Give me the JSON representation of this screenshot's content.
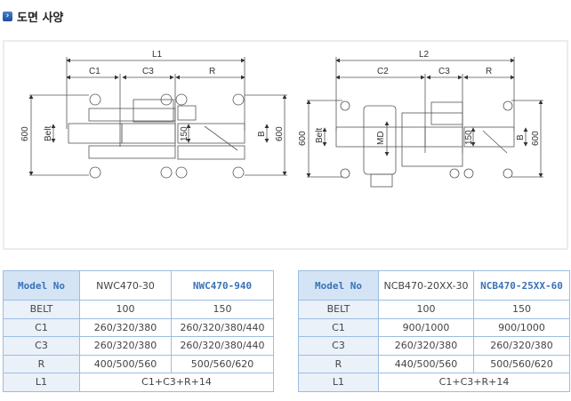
{
  "page": {
    "title": "도면 사양",
    "title_icon": "chevron-right-icon"
  },
  "figure": {
    "left_drawing": {
      "dims": {
        "total": "L1",
        "c1": "C1",
        "c3": "C3",
        "r": "R",
        "height_left": "600",
        "height_right": "600",
        "belt": "Belt",
        "inner": "150",
        "b": "B"
      }
    },
    "right_drawing": {
      "dims": {
        "total": "L2",
        "c2": "C2",
        "c3": "C3",
        "r": "R",
        "height_left": "600",
        "height_right": "600",
        "belt": "Belt",
        "md": "MD",
        "inner": "150",
        "b": "B"
      }
    }
  },
  "table1": {
    "header": {
      "label": "Model No",
      "model_a": "NWC470-30",
      "model_b": "NWC470-940"
    },
    "rows": [
      {
        "label": "BELT",
        "a": "100",
        "b": "150"
      },
      {
        "label": "C1",
        "a": "260/320/380",
        "b": "260/320/380/440"
      },
      {
        "label": "C3",
        "a": "260/320/380",
        "b": "260/320/380/440"
      },
      {
        "label": "R",
        "a": "400/500/560",
        "b": "500/560/620"
      }
    ],
    "footer": {
      "label": "L1",
      "value": "C1+C3+R+14"
    }
  },
  "table2": {
    "header": {
      "label": "Model No",
      "model_a": "NCB470-20XX-30",
      "model_b": "NCB470-25XX-60"
    },
    "rows": [
      {
        "label": "BELT",
        "a": "100",
        "b": "150"
      },
      {
        "label": "C1",
        "a": "900/1000",
        "b": "900/1000"
      },
      {
        "label": "C3",
        "a": "260/320/380",
        "b": "260/320/380"
      },
      {
        "label": "R",
        "a": "440/500/560",
        "b": "500/560/620"
      }
    ],
    "footer": {
      "label": "L1",
      "value": "C1+C3+R+14"
    }
  }
}
